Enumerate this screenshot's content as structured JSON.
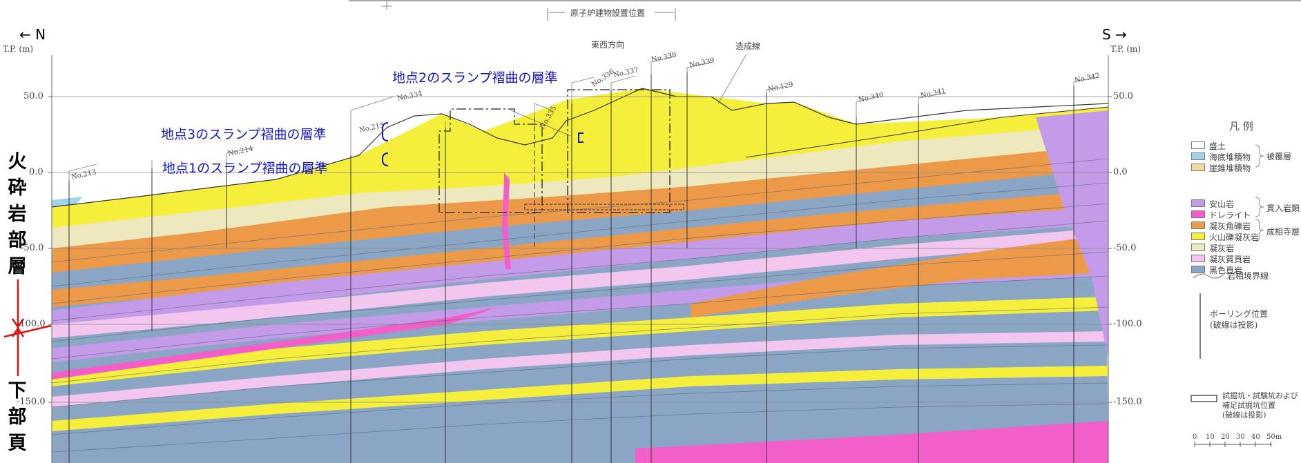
{
  "direction": {
    "north": "← N",
    "south": "S →"
  },
  "axis_left": {
    "title": "T.P. (m)",
    "ticks": [
      "50.0",
      "0.0",
      "-50.0",
      "-100.0",
      "-150.0"
    ]
  },
  "axis_right": {
    "title": "T.P. (m)",
    "ticks": [
      "50.0",
      "0.0",
      "-50.0",
      "-100.0",
      "-150.0"
    ]
  },
  "top_labels": {
    "reactor_position": "原子炉建物設置位置",
    "east_west": "東西方向",
    "fill_line": "造成線"
  },
  "borehole_labels": [
    "No.213",
    "No.214",
    "No.215",
    "No.334",
    "No.335",
    "No.336",
    "No.337",
    "No.338",
    "No.339",
    "No.129",
    "No.340",
    "No.341",
    "No.342"
  ],
  "annotations": {
    "point2": "地点2のスランプ褶曲の層準",
    "point3": "地点3のスランプ褶曲の層準",
    "point1": "地点1のスランプ褶曲の層準"
  },
  "side_labels": {
    "upper": [
      "火",
      "砕",
      "岩",
      "部",
      "層"
    ],
    "lower": [
      "下",
      "部",
      "頁"
    ]
  },
  "legend": {
    "title": "凡 例",
    "items": [
      {
        "label": "盛土",
        "color": "#ffffff"
      },
      {
        "label": "海底堆積物",
        "color": "#9fd4ec"
      },
      {
        "label": "崖錐堆積物",
        "color": "#f3d9a0"
      },
      {
        "label": "安山岩",
        "color": "#c49be8"
      },
      {
        "label": "ドレライト",
        "color": "#f25fc8"
      },
      {
        "label": "凝灰角礫岩",
        "color": "#ec9a48"
      },
      {
        "label": "火山礫凝灰岩",
        "color": "#f5ef3c"
      },
      {
        "label": "凝灰岩",
        "color": "#ede8bd"
      },
      {
        "label": "凝灰質頁岩",
        "color": "#f2c6ee"
      },
      {
        "label": "黒色頁岩",
        "color": "#8aa6c4"
      }
    ],
    "groups": [
      "被覆層",
      "貫入岩類",
      "成相寺層"
    ],
    "facies_boundary": "岩相境界線",
    "boring_position": [
      "ボーリング位置",
      "(破線は投影)"
    ],
    "pit_position": [
      "試掘坑・試験坑および",
      "補足試掘坑位置",
      "(破線は投影)"
    ],
    "scale_ticks": [
      "0",
      "10",
      "20",
      "30",
      "40",
      "50m"
    ]
  },
  "colors": {
    "annotation": "#1515c8",
    "marker": "#e01010"
  }
}
